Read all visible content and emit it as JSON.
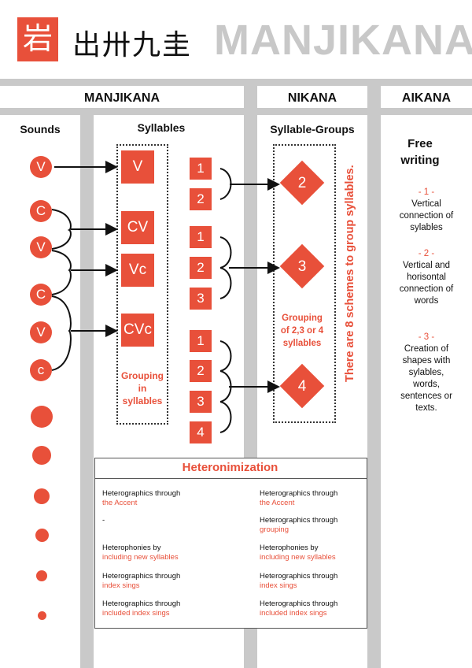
{
  "header": {
    "logo_char": "岩",
    "native_script": "出卅九圭",
    "title": "MANJIKANA"
  },
  "columns": {
    "manjikana": "MANJIKANA",
    "nikana": "NIKANA",
    "aikana": "AIKANA"
  },
  "subheaders": {
    "sounds": "Sounds",
    "syllables": "Syllables",
    "syllable_groups": "Syllable-Groups",
    "free_writing": "Free writing"
  },
  "sounds": [
    "V",
    "C",
    "V",
    "C",
    "V",
    "c"
  ],
  "syllables": [
    "V",
    "CV",
    "Vc",
    "CVc"
  ],
  "syllable_grouping_label": "Grouping in syllables",
  "group_numbers": [
    "1",
    "2",
    "1",
    "2",
    "3",
    "1",
    "2",
    "3",
    "4"
  ],
  "groups": [
    "2",
    "3",
    "4"
  ],
  "groups_note": "Grouping of 2,3 or 4 syllables",
  "schemes_note": "There are 8 schemes to group syllables.",
  "free_writing_items": [
    {
      "num": "- 1 -",
      "text": "Vertical connection of sylables"
    },
    {
      "num": "- 2 -",
      "text": "Vertical and horisontal connection of words"
    },
    {
      "num": "- 3 -",
      "text": "Creation of shapes with sylables, words, sentences or texts."
    }
  ],
  "heteronimization": {
    "title": "Heteronimization",
    "left": [
      {
        "l1": "Heterographics through",
        "l2": "the Accent"
      },
      {
        "l1": "-",
        "l2": ""
      },
      {
        "l1": "Heterophonies by",
        "l2": "including new syllables"
      },
      {
        "l1": "Heterographics through",
        "l2": "index sings"
      },
      {
        "l1": "Heterographics through",
        "l2": "included index sings"
      }
    ],
    "right": [
      {
        "l1": "Heterographics through",
        "l2": "the Accent"
      },
      {
        "l1": "Heterographics through",
        "l2": "grouping"
      },
      {
        "l1": "Heterophonies by",
        "l2": "including new syllables"
      },
      {
        "l1": "Heterographics through",
        "l2": "index sings"
      },
      {
        "l1": "Heterographics through",
        "l2": "included index sings"
      }
    ]
  },
  "colors": {
    "accent": "#e8503a",
    "bar": "#c9c9c9",
    "title_grey": "#c8c8c8"
  }
}
